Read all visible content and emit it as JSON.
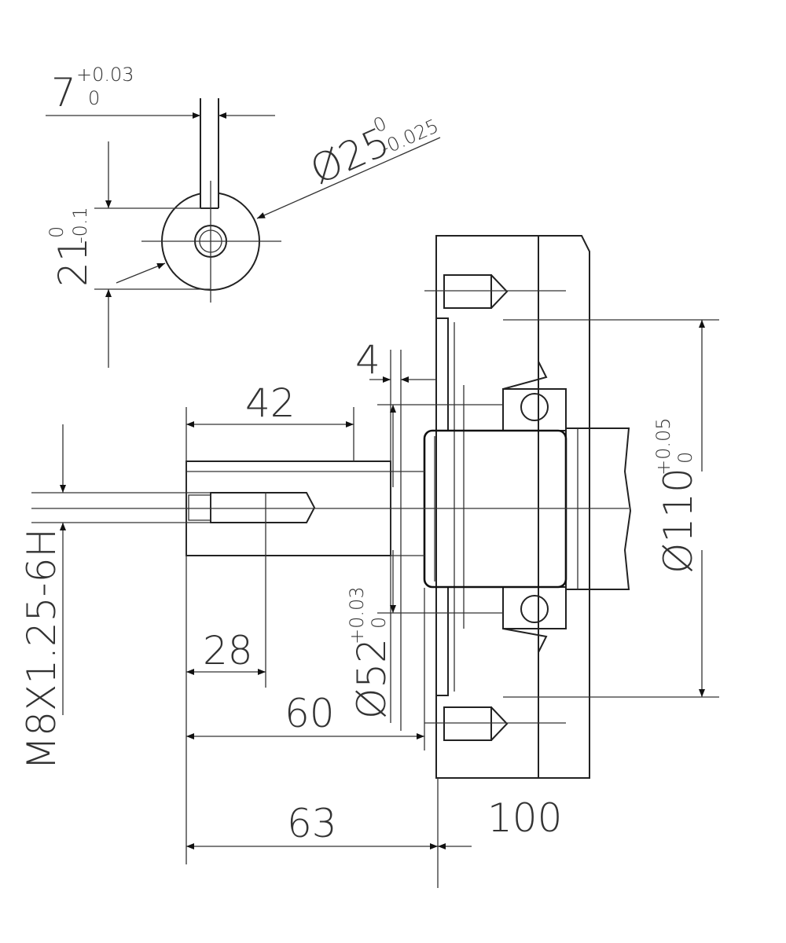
{
  "key_width": {
    "value": "7",
    "upper": "+0.03",
    "lower": "0"
  },
  "shaft_diameter": {
    "value": "Ø25",
    "upper": "0",
    "lower": "-0.025"
  },
  "key_depth": {
    "value": "21",
    "upper": "0",
    "lower": "-0.1"
  },
  "dim_4": "4",
  "dim_42": "42",
  "thread": "M8X1.25-6H",
  "dim_28": "28",
  "dim_60": "60",
  "pilot_diameter": {
    "value": "Ø52",
    "upper": "+0.03",
    "lower": "0"
  },
  "dim_63": "63",
  "dim_100": "100",
  "bolt_circle": {
    "value": "Ø110",
    "upper": "+0.05",
    "lower": "0"
  }
}
